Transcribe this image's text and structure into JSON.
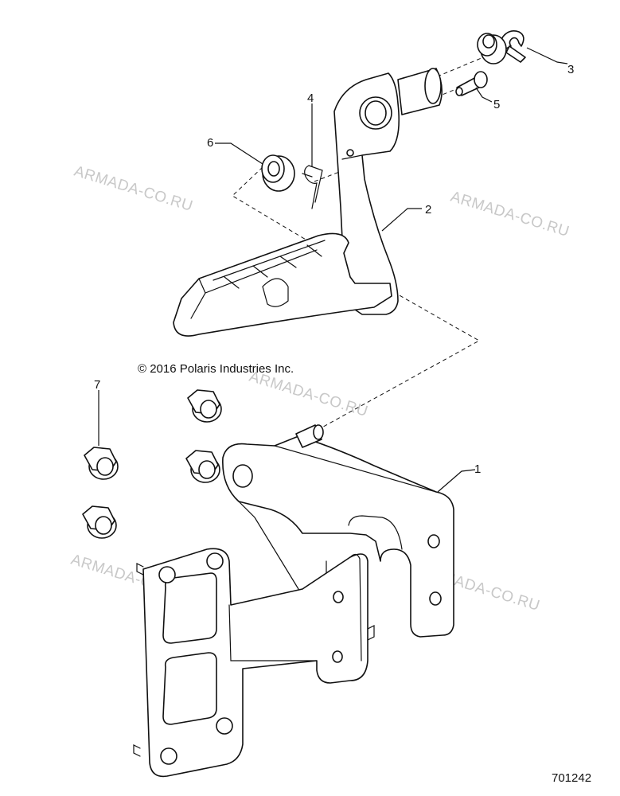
{
  "watermark": "ARMADA-CO.RU",
  "copyright": "© 2016 Polaris Industries Inc.",
  "part_number": "701242",
  "callouts": [
    "1",
    "2",
    "3",
    "4",
    "5",
    "6",
    "7"
  ],
  "colors": {
    "line": "#111111",
    "watermark": "#c8c8c8",
    "background": "#ffffff"
  }
}
